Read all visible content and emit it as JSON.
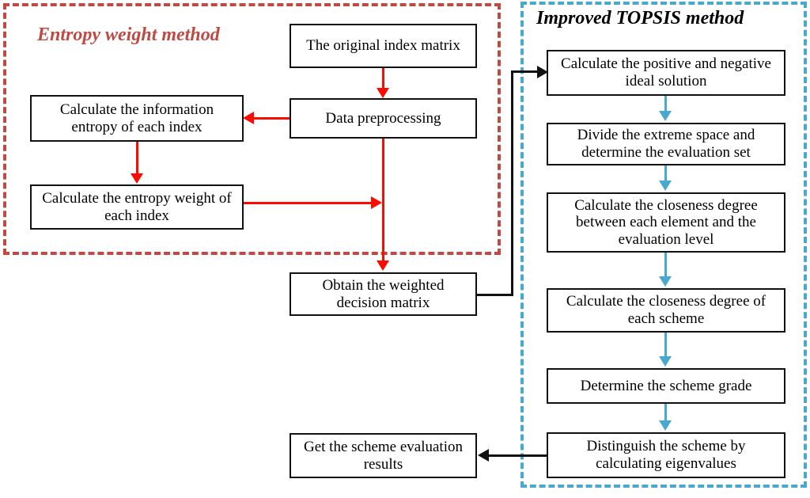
{
  "diagram": {
    "title": "Entropy weight method and Improved TOPSIS method flowchart",
    "colors": {
      "entropy_frame": "#bf4a44",
      "topsis_frame": "#49a8cd",
      "entropy_arrow": "#fb0b00",
      "topsis_arrow": "#49a8cd",
      "cross_arrow": "#111111",
      "box_border": "#111111",
      "background": "#ffffff"
    }
  },
  "groups": {
    "entropy": {
      "title": "Entropy weight method",
      "nodes": {
        "original_matrix": "The original index matrix",
        "data_preprocessing": "Data preprocessing",
        "information_entropy": "Calculate the information entropy of each index",
        "entropy_weight": "Calculate the entropy weight of each index"
      }
    },
    "topsis": {
      "title": "Improved TOPSIS method",
      "nodes": {
        "ideal_solution": "Calculate the positive and negative ideal solution",
        "divide_extreme_space": "Divide the extreme space and determine the evaluation set",
        "closeness_element": "Calculate the closeness degree between each element and the evaluation level",
        "closeness_scheme": "Calculate the closeness degree of each scheme",
        "scheme_grade": "Determine the scheme grade",
        "distinguish_scheme": "Distinguish the scheme by calculating eigenvalues"
      }
    }
  },
  "shared_nodes": {
    "weighted_decision_matrix": "Obtain the weighted decision matrix",
    "scheme_evaluation_results": "Get the scheme evaluation results"
  },
  "edges": [
    {
      "from": "original_matrix",
      "to": "data_preprocessing",
      "color": "#fb0b00",
      "direction": "down"
    },
    {
      "from": "data_preprocessing",
      "to": "information_entropy",
      "color": "#fb0b00",
      "direction": "left"
    },
    {
      "from": "information_entropy",
      "to": "entropy_weight",
      "color": "#fb0b00",
      "direction": "down"
    },
    {
      "from": "entropy_weight",
      "to": "weighted_decision_matrix",
      "color": "#fb0b00",
      "direction": "right"
    },
    {
      "from": "data_preprocessing",
      "to": "weighted_decision_matrix",
      "color": "#fb0b00",
      "direction": "down"
    },
    {
      "from": "weighted_decision_matrix",
      "to": "ideal_solution",
      "color": "#111111",
      "direction": "up-right"
    },
    {
      "from": "ideal_solution",
      "to": "divide_extreme_space",
      "color": "#49a8cd",
      "direction": "down"
    },
    {
      "from": "divide_extreme_space",
      "to": "closeness_element",
      "color": "#49a8cd",
      "direction": "down"
    },
    {
      "from": "closeness_element",
      "to": "closeness_scheme",
      "color": "#49a8cd",
      "direction": "down"
    },
    {
      "from": "closeness_scheme",
      "to": "scheme_grade",
      "color": "#49a8cd",
      "direction": "down"
    },
    {
      "from": "scheme_grade",
      "to": "distinguish_scheme",
      "color": "#49a8cd",
      "direction": "down"
    },
    {
      "from": "distinguish_scheme",
      "to": "scheme_evaluation_results",
      "color": "#111111",
      "direction": "left"
    }
  ]
}
